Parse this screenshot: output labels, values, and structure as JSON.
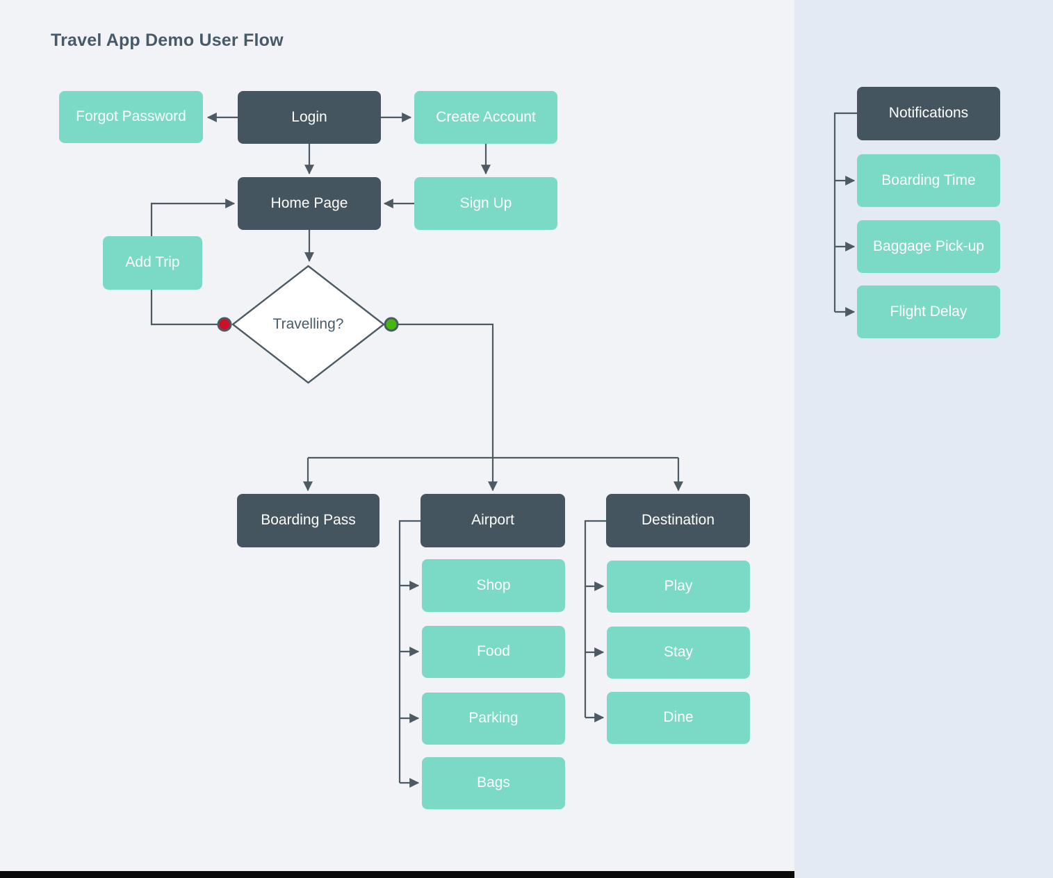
{
  "title": "Travel App Demo User Flow",
  "colors": {
    "bg": "#F1F3F7",
    "panel": "#E3EAF4",
    "teal": "#7BDAC5",
    "dark": "#45555F",
    "line": "#4C5A64",
    "title": "#475A68",
    "red": "#D00E29",
    "green": "#45B713"
  },
  "nodes": {
    "forgot_password": "Forgot Password",
    "login": "Login",
    "create_account": "Create Account",
    "home_page": "Home Page",
    "sign_up": "Sign Up",
    "add_trip": "Add Trip",
    "travelling": "Travelling?",
    "boarding_pass": "Boarding Pass",
    "airport": "Airport",
    "destination": "Destination",
    "shop": "Shop",
    "food": "Food",
    "parking": "Parking",
    "bags": "Bags",
    "play": "Play",
    "stay": "Stay",
    "dine": "Dine"
  },
  "decision": {
    "label": "Travelling?",
    "no_port_color": "#D00E29",
    "yes_port_color": "#45B713"
  },
  "notifications_panel": {
    "header": "Notifications",
    "items": [
      "Boarding Time",
      "Baggage Pick-up",
      "Flight Delay"
    ]
  }
}
